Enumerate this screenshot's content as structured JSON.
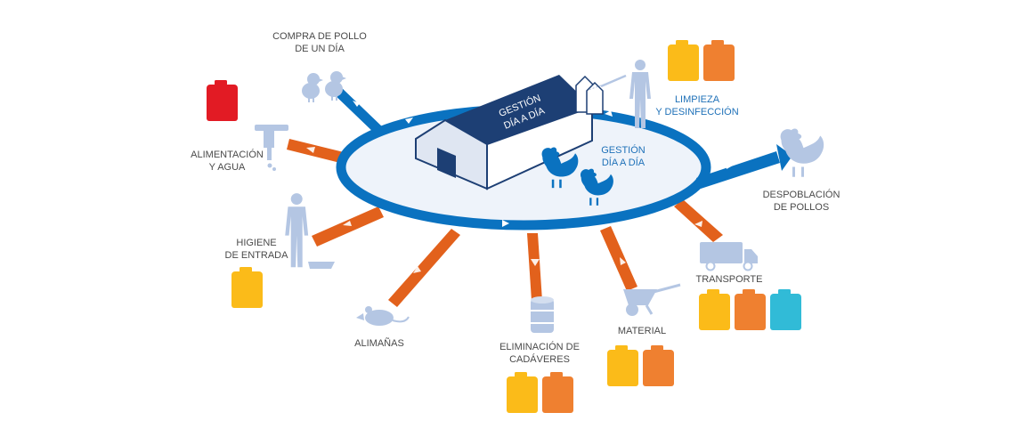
{
  "center": {
    "barn_label_1": "GESTIÓN",
    "barn_label_2": "DÍA A DÍA",
    "hub_label_1": "GESTIÓN",
    "hub_label_2": "DÍA A DÍA"
  },
  "labels": {
    "compra_1": "COMPRA DE POLLO",
    "compra_2": "DE UN DÍA",
    "limpieza_1": "LIMPIEZA",
    "limpieza_2": "Y DESINFECCIÓN",
    "alimentacion_1": "ALIMENTACIÓN",
    "alimentacion_2": "Y AGUA",
    "despoblacion_1": "DESPOBLACIÓN",
    "despoblacion_2": "DE POLLOS",
    "higiene_1": "HIGIENE",
    "higiene_2": "DE ENTRADA",
    "transporte": "TRANSPORTE",
    "alimanas": "ALIMAÑAS",
    "material": "MATERIAL",
    "eliminacion_1": "ELIMINACIÓN DE",
    "eliminacion_2": "CADÁVERES"
  },
  "colors": {
    "ring": "#0a72c0",
    "hub_fill": "#eef3fa",
    "arrow_orange": "#e2611c",
    "navy": "#1d3f74",
    "silhouette": "#b4c6e3",
    "can_yellow": "#fbbb19",
    "can_orange": "#ef8030",
    "can_red": "#e21b24",
    "can_cyan": "#31bbd7"
  },
  "icons": [
    "barn-icon",
    "silo-icon",
    "hen-icon",
    "chick-icon",
    "worker-icon",
    "faucet-icon",
    "rat-icon",
    "barrel-icon",
    "wheelbarrow-icon",
    "truck-icon",
    "jerrycan-icon"
  ]
}
